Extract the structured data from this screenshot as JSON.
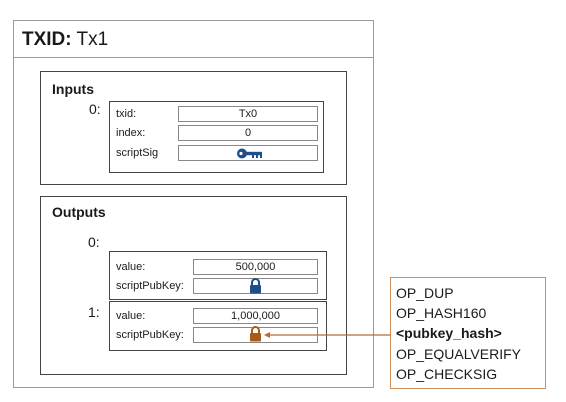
{
  "transaction": {
    "title_key": "TXID:",
    "title_value": "Tx1"
  },
  "inputs": {
    "title": "Inputs",
    "items": [
      {
        "index": "0:",
        "fields": [
          {
            "label": "txid:",
            "value": "Tx0"
          },
          {
            "label": "index:",
            "value": "0"
          },
          {
            "label": "scriptSig",
            "value_icon": "key-icon"
          }
        ]
      }
    ]
  },
  "outputs": {
    "title": "Outputs",
    "items": [
      {
        "index": "0:",
        "fields": [
          {
            "label": "value:",
            "value": "500,000"
          },
          {
            "label": "scriptPubKey:",
            "value_icon": "lock-icon"
          }
        ]
      },
      {
        "index": "1:",
        "fields": [
          {
            "label": "value:",
            "value": "1,000,000"
          },
          {
            "label": "scriptPubKey:",
            "value_icon": "lock-icon"
          }
        ]
      }
    ]
  },
  "script": {
    "lines": [
      "OP_DUP",
      "OP_HASH160",
      "<pubkey_hash>",
      "OP_EQUALVERIFY",
      "OP_CHECKSIG"
    ],
    "bold_line": "<pubkey_hash>"
  },
  "colors": {
    "key": "#1f4e8c",
    "lock_blue": "#1f4e8c",
    "lock_orange": "#a85a1a",
    "connector": "#b86b3a"
  }
}
